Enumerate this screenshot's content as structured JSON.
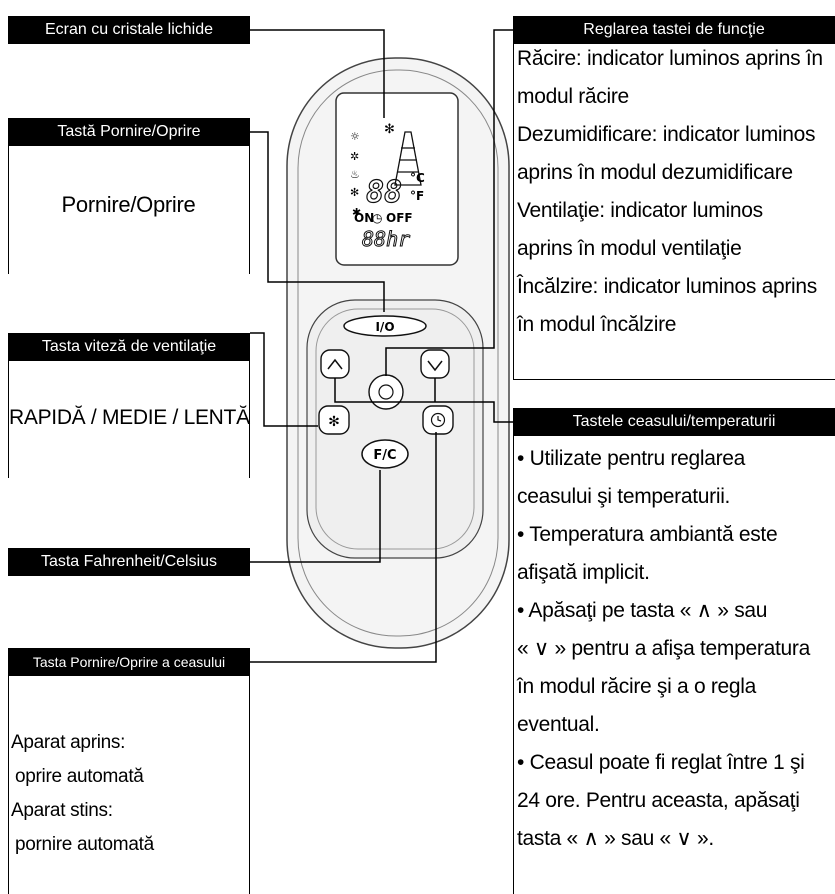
{
  "labels": {
    "lcd": "Ecran cu cristale lichide",
    "power_key": "Tastă Pornire/Oprire",
    "power_body": "Pornire/Oprire",
    "fan_key": "Tasta viteză de ventilaţie",
    "fan_body": "RAPIDĂ / MEDIE / LENTĂ",
    "fc_key": "Tasta Fahrenheit/Celsius",
    "timer_key": "Tasta Pornire/Oprire a ceasului",
    "timer_lines": [
      "Aparat aprins:",
      " oprire automată",
      "Aparat stins:",
      " pornire automată"
    ],
    "function_key": "Reglarea tastei de funcţie",
    "function_lines": [
      "Răcire: indicator luminos aprins în",
      "modul răcire",
      "Dezumidificare: indicator luminos",
      "aprins în modul dezumidificare",
      "Ventilaţie: indicator luminos",
      "aprins în modul ventilaţie",
      "Încălzire: indicator luminos aprins",
      "în modul încălzire"
    ],
    "clock_key": "Tastele ceasului/temperaturii",
    "clock_lines": [
      "• Utilizate pentru reglarea",
      "ceasului şi temperaturii.",
      "• Temperatura ambiantă este",
      "afişată implicit.",
      "• Apăsaţi pe tasta « ∧ » sau",
      "« ∨ » pentru a afişa temperatura",
      "în modul răcire şi a o regla",
      "eventual.",
      "• Ceasul poate fi reglat între 1 şi",
      "24 ore. Pentru aceasta, apăsaţi",
      "tasta « ∧ » sau « ∨ »."
    ]
  },
  "remote": {
    "power_button": "I/O",
    "fc_button": "F/C",
    "lcd_on": "ON",
    "lcd_off": "OFF",
    "lcd_digits": "88",
    "lcd_hours": "88hr",
    "unit_c": "°C",
    "unit_f": "°F"
  }
}
